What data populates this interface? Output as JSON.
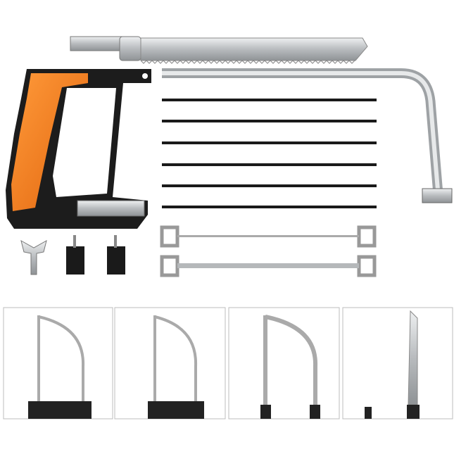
{
  "scene": {
    "subject": "hacksaw-kit",
    "colors": {
      "background": "#ffffff",
      "handle_accent": "#f47a1a",
      "handle_body": "#1c1c1c",
      "metal": "#c9cbcd",
      "blade": "#1a1a1a",
      "panel_border": "#bdbdbd"
    },
    "panels": [
      {
        "id": "config-1"
      },
      {
        "id": "config-2"
      },
      {
        "id": "config-3"
      },
      {
        "id": "config-4"
      }
    ]
  }
}
